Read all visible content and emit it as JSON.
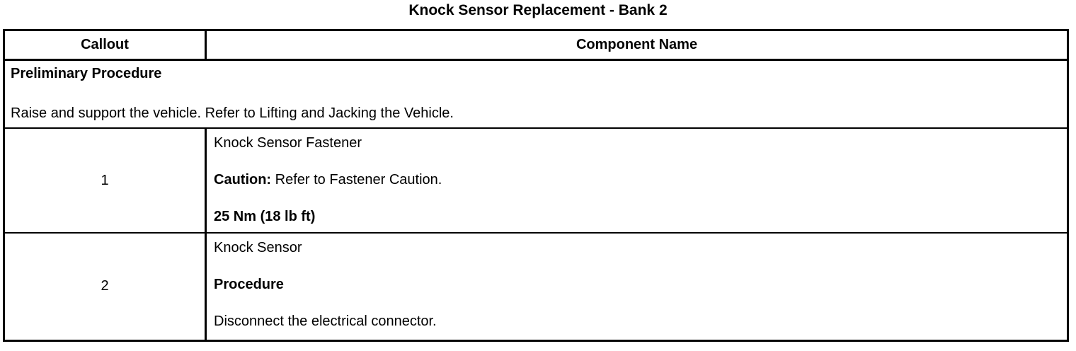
{
  "title": "Knock Sensor Replacement - Bank 2",
  "colors": {
    "background": "#ffffff",
    "text": "#000000",
    "border": "#000000"
  },
  "table": {
    "headers": {
      "callout": "Callout",
      "component": "Component Name"
    },
    "preliminary": {
      "heading": "Preliminary Procedure",
      "text": "Raise and support the vehicle. Refer to Lifting and Jacking the Vehicle."
    },
    "rows": [
      {
        "callout": "1",
        "component": "Knock Sensor Fastener",
        "caution_label": "Caution:",
        "caution_text": "Refer to Fastener Caution.",
        "torque": "25 Nm (18 lb ft)"
      },
      {
        "callout": "2",
        "component": "Knock Sensor",
        "procedure_label": "Procedure",
        "procedure_text": "Disconnect the electrical connector."
      }
    ]
  }
}
